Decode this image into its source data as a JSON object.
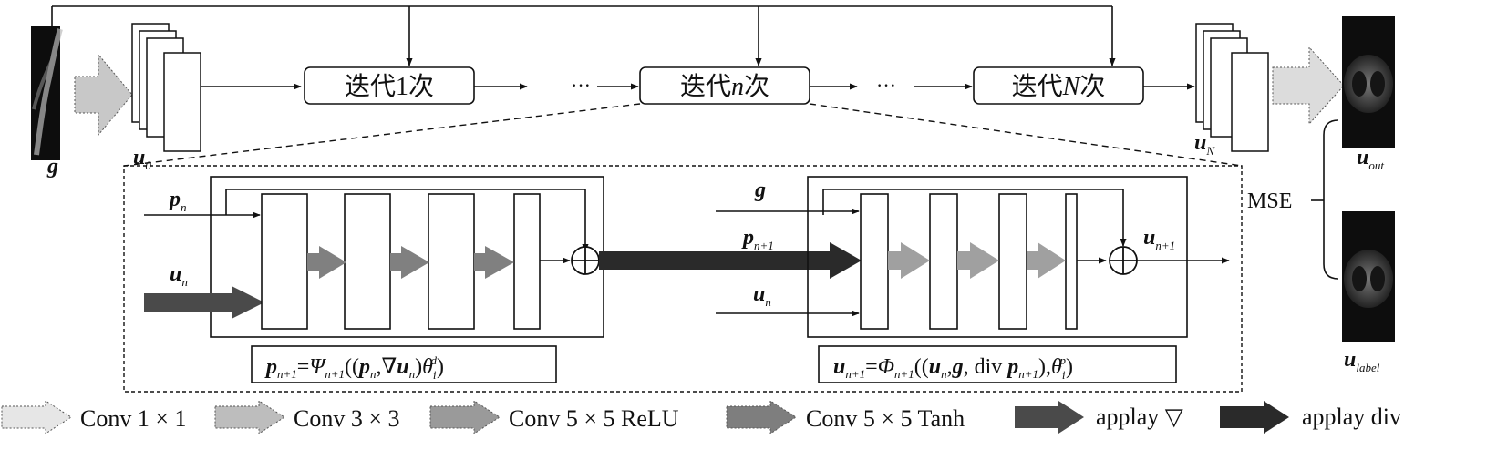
{
  "colors": {
    "conv1x1": "#e6e6e6",
    "conv3x3": "#bdbdbd",
    "conv5x5_relu": "#9a9a9a",
    "conv5x5_tanh": "#7e7e7e",
    "apply_grad": "#4a4a4a",
    "apply_div": "#2a2a2a",
    "line": "#111111"
  },
  "top": {
    "input_label": "g",
    "u0_label": "u",
    "u0_sub": "0",
    "iter1": "迭代1次",
    "itern_pre": "迭代",
    "itern_var": "n",
    "itern_post": "次",
    "iterN_pre": "迭代",
    "iterN_var": "N",
    "iterN_post": "次",
    "dots": "···",
    "uN_label": "u",
    "uN_sub": "N",
    "uout_label": "u",
    "uout_sub": "out",
    "ulabel_label": "u",
    "ulabel_sub": "label",
    "mse": "MSE"
  },
  "detail": {
    "pn_label": "p",
    "pn_sub": "n",
    "un_label": "u",
    "un_sub": "n",
    "g_label": "g",
    "pn1_label": "p",
    "pn1_sub": "n+1",
    "un2_label": "u",
    "un2_sub": "n",
    "un1_label": "u",
    "un1_sub": "n+1",
    "formula_left": {
      "p": "p",
      "p_sub": "n+1",
      "eq": "=",
      "psi": "Ψ",
      "psi_sub": "n+1",
      "open": "((",
      "p2": "p",
      "p2_sub": "n",
      "comma_grad": ",∇",
      "u": "u",
      "u_sub": "n",
      "close": ")",
      "theta": "θ",
      "theta_sub": "i",
      "theta_sup": "d",
      "end": ")"
    },
    "formula_right": {
      "u": "u",
      "u_sub": "n+1",
      "eq": "=",
      "phi": "Φ",
      "phi_sub": "n+1",
      "open": "((",
      "u2": "u",
      "u2_sub": "n",
      "comma": ",",
      "g": "g",
      "div": ", div ",
      "p": "p",
      "p_sub": "n+1",
      "close": "),",
      "theta": "θ",
      "theta_sub": "i",
      "theta_sup": "p",
      "end": ")"
    }
  },
  "legend": [
    {
      "label": "Conv 1 × 1",
      "color_key": "conv1x1"
    },
    {
      "label": "Conv 3 × 3",
      "color_key": "conv3x3"
    },
    {
      "label": "Conv 5 × 5 ReLU",
      "color_key": "conv5x5_relu"
    },
    {
      "label": "Conv 5 × 5 Tanh",
      "color_key": "conv5x5_tanh"
    },
    {
      "label": "applay ▽",
      "color_key": "apply_grad"
    },
    {
      "label": "applay div",
      "color_key": "apply_div"
    }
  ]
}
